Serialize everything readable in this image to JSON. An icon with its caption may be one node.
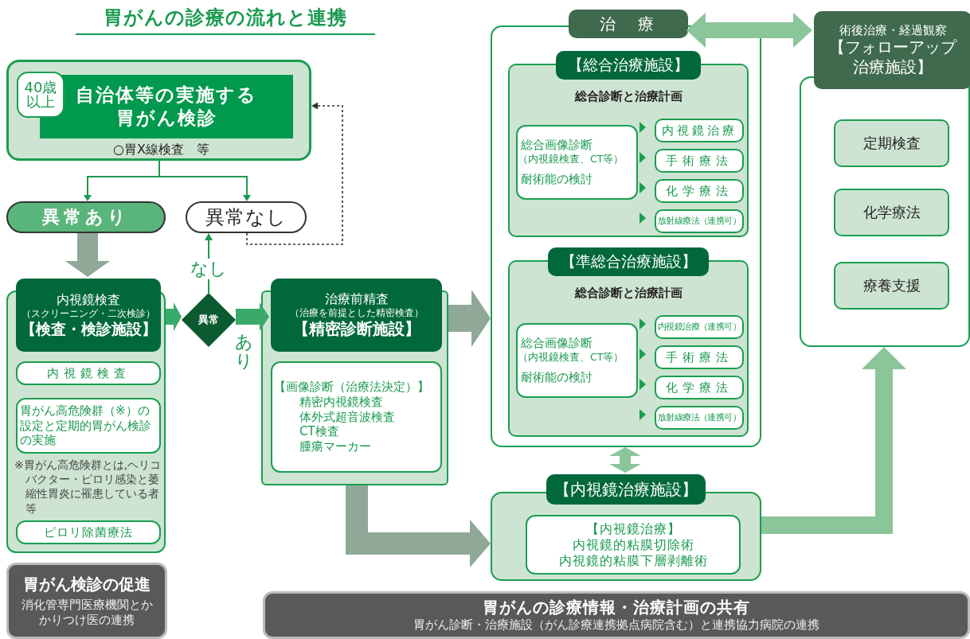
{
  "diagram": {
    "title": "胃がんの診療の流れと連携",
    "nodes": [
      {
        "text": [
          "○胃X線検査　等"
        ]
      },
      {
        "text": [
          "自治体等の実施する胃がん検診"
        ],
        "in": 0
      },
      {
        "text": [
          "40歳以上"
        ],
        "in": 0
      },
      {
        "text": [
          "異常あり"
        ]
      },
      {
        "text": [
          "異常なし"
        ]
      },
      {
        "text": [
          "※胃がん高危険群とは,ヘリコバクター・ピロリ感染と萎縮性胃炎に罹患している者等"
        ]
      },
      {
        "text": [
          "内視鏡検査",
          "（スクリーニング・二次検診）",
          "【検査・検診施設】"
        ],
        "in": 5
      },
      {
        "text": [
          "内視鏡検査"
        ],
        "in": 5
      },
      {
        "text": [
          "胃がん高危険群（※）の設定と定期的胃がん検診の実施"
        ],
        "in": 5
      },
      {
        "text": [
          "ピロリ除菌療法"
        ],
        "in": 5
      },
      {
        "text": [
          "異常"
        ]
      },
      {
        "text": [],
        "shape": "box"
      },
      {
        "text": [
          "治療前精査",
          "（治療を前提とした精密検査）",
          "【精密診断施設】"
        ],
        "in": 11
      },
      {
        "text": [
          "【画像診断（治療法決定）】",
          "精密内視鏡検査",
          "体外式超音波検査",
          "CT検査",
          "腫瘍マーカー"
        ],
        "in": 11
      },
      {
        "text": [
          "治　療"
        ]
      },
      {
        "text": [
          "【総合治療施設】",
          "総合診断と治療計画"
        ],
        "in": 14
      },
      {
        "text": [
          "総合画像診断",
          "（内視鏡検査、CT等）",
          "耐術能の検討"
        ],
        "in": 15
      },
      {
        "text": [
          "内視鏡治療"
        ],
        "in": 15
      },
      {
        "text": [
          "手術療法"
        ],
        "in": 15
      },
      {
        "text": [
          "化学療法"
        ],
        "in": 15
      },
      {
        "text": [
          "放射線療法（連携可）"
        ],
        "in": 15
      },
      {
        "text": [
          "【準総合治療施設】",
          "総合診断と治療計画"
        ],
        "in": 14
      },
      {
        "text": [
          "総合画像診断",
          "（内視鏡検査、CT等）",
          "耐術能の検討"
        ],
        "in": 21
      },
      {
        "text": [
          "内視鏡治療（連携可）"
        ],
        "in": 21
      },
      {
        "text": [
          "手術療法"
        ],
        "in": 21
      },
      {
        "text": [
          "化学療法"
        ],
        "in": 21
      },
      {
        "text": [
          "放射線療法（連携可）"
        ],
        "in": 21
      },
      {
        "text": [
          "【内視鏡治療施設】"
        ]
      },
      {
        "text": [
          "【内視鏡治療】",
          "内視鏡的粘膜切除術",
          "内視鏡的粘膜下層剥離術"
        ],
        "in": 27
      },
      {
        "text": [
          "術後治療・経過観察",
          "【フォローアップ治療施設】"
        ]
      },
      {
        "text": [
          "定期検査"
        ],
        "in": 29
      },
      {
        "text": [
          "化学療法"
        ],
        "in": 29
      },
      {
        "text": [
          "療養支援"
        ],
        "in": 29
      },
      {
        "text": [
          "胃がん検診の促進",
          "消化管専門医療機関とかかりつけ医の連携"
        ]
      },
      {
        "text": [
          "胃がんの診療情報・治療計画の共有",
          "胃がん診断・治療施設（がん診療連携拠点病院含む）と連携協力病院の連携"
        ]
      }
    ],
    "edges": [
      {
        "from": 0,
        "to": 3,
        "arrow": "to",
        "color": "#1a9a50"
      },
      {
        "from": 0,
        "to": 4,
        "arrow": "to",
        "color": "#1a9a50"
      },
      {
        "from": 3,
        "to": 5,
        "arrow": "to",
        "color": "#8fa898"
      },
      {
        "from": 5,
        "to": 10,
        "arrow": "to",
        "color": "#3aaa6a"
      },
      {
        "from": 10,
        "to": 4,
        "arrow": "to",
        "label": "なし",
        "color": "#1a9a50"
      },
      {
        "from": 10,
        "to": 11,
        "arrow": "to",
        "label": "あり",
        "color": "#3aaa6a"
      },
      {
        "from": 4,
        "to": 0,
        "arrow": "to",
        "style": "dashed",
        "color": "#333333"
      },
      {
        "from": 11,
        "to": 14,
        "arrow": "to",
        "color": "#8fa898"
      },
      {
        "from": 11,
        "to": 27,
        "arrow": "to",
        "color": "#8fa898"
      },
      {
        "from": 14,
        "to": 29,
        "arrow": "both",
        "color": "#8bc59a"
      },
      {
        "from": 14,
        "to": 27,
        "arrow": "both",
        "color": "#8bc59a"
      },
      {
        "from": 27,
        "to": 29,
        "arrow": "to",
        "color": "#8bc59a"
      }
    ]
  }
}
